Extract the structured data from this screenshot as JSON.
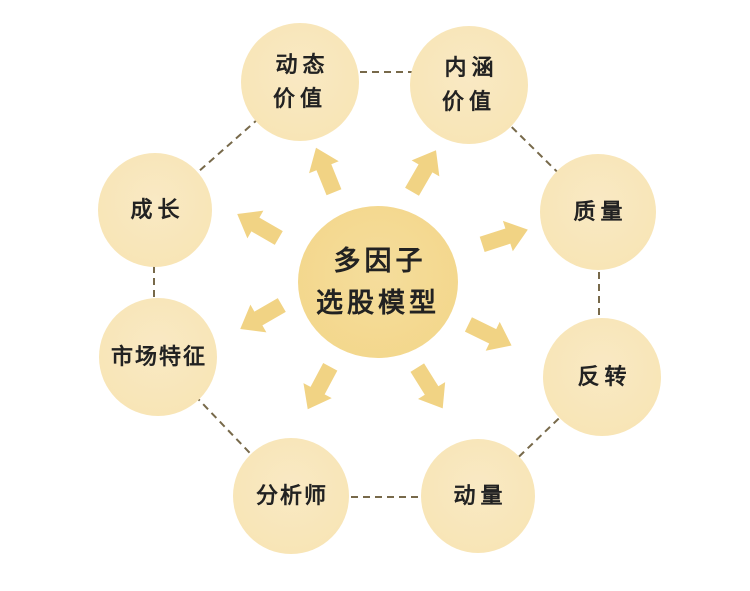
{
  "diagram": {
    "title": "多因子选股模型",
    "center": {
      "id": "multi-factor-model",
      "label": "多因子\n选股模型"
    },
    "nodes": [
      {
        "id": "dynamic-value",
        "label": "动态\n价值"
      },
      {
        "id": "intrinsic-value",
        "label": "内涵\n价值"
      },
      {
        "id": "quality",
        "label": "质量"
      },
      {
        "id": "reversal",
        "label": "反转"
      },
      {
        "id": "momentum",
        "label": "动量"
      },
      {
        "id": "analyst",
        "label": "分析师"
      },
      {
        "id": "market-characteristics",
        "label": "市场特征"
      },
      {
        "id": "growth",
        "label": "成长"
      }
    ],
    "colors": {
      "background": "#ffffff",
      "node_fill": "#f8e5b6",
      "center_fill": "#f3d78c",
      "arrow_fill": "#f1d384",
      "connector": "#77694a",
      "text": "#222222"
    }
  }
}
